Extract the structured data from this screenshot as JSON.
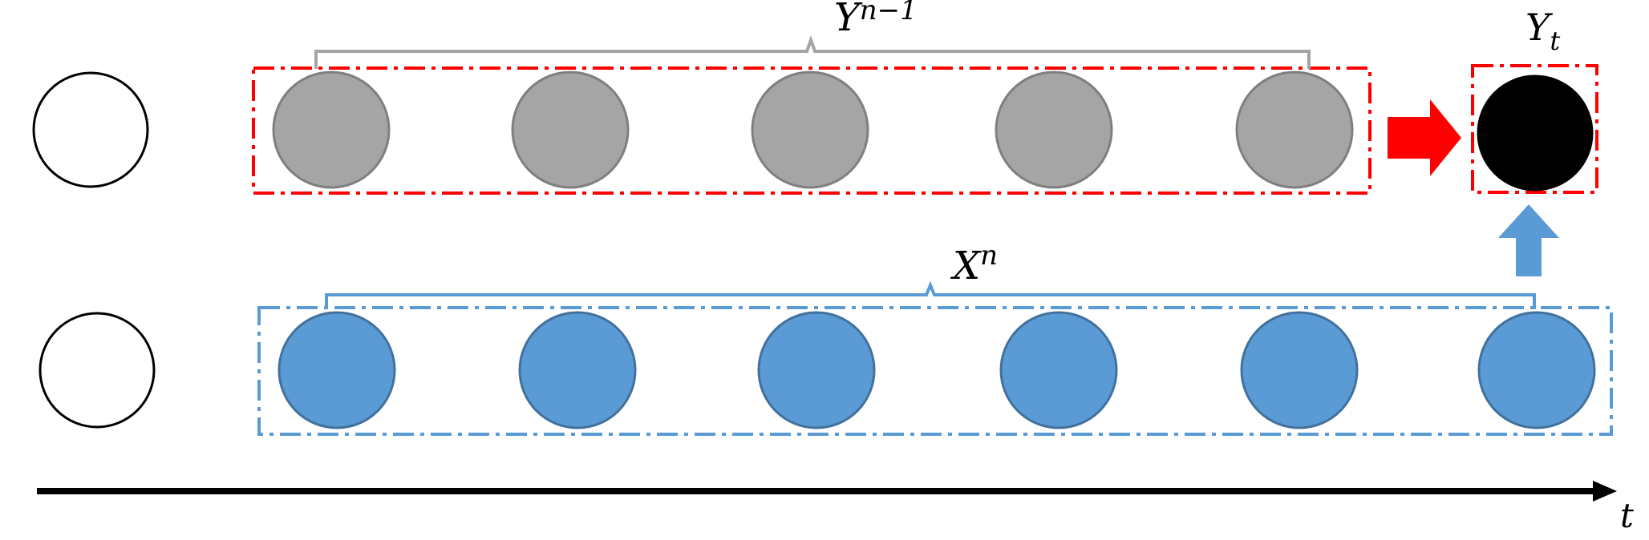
{
  "labels": {
    "y_past_base": "Y",
    "y_past_sup": "n−1",
    "y_target_base": "Y",
    "y_target_sub": "t",
    "x_base": "X",
    "x_sup": "n",
    "time_axis": "t"
  },
  "colors": {
    "gray_fill": "#a5a5a5",
    "gray_stroke": "#7f7f7f",
    "blue_fill": "#5b9bd5",
    "blue_stroke": "#41719c",
    "red_dash": "#ff0000",
    "blue_dash": "#5b9bd5",
    "red_arrow": "#ff0000",
    "blue_arrow": "#5b9bd5",
    "target_fill": "#000000",
    "brace_gray": "#a5a5a5",
    "brace_blue": "#5b9bd5"
  },
  "rows": {
    "y_history_count": 5,
    "x_history_count": 6
  }
}
